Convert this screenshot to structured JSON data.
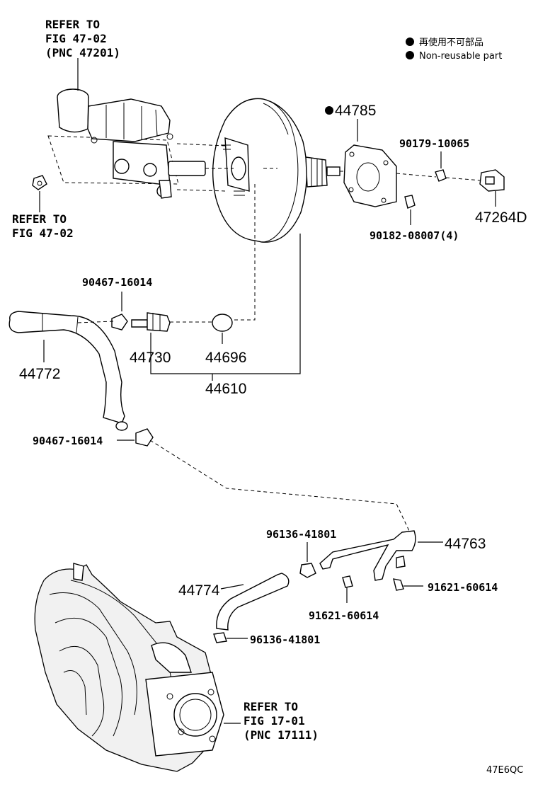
{
  "legend": {
    "dot_label_jp": "再使用不可部品",
    "dot_label_en": "Non-reusable part"
  },
  "refs": {
    "ref_top": [
      "REFER TO",
      "FIG 47-02",
      "(PNC 47201)"
    ],
    "ref_left": [
      "REFER TO",
      "FIG 47-02"
    ],
    "ref_bottom": [
      "REFER TO",
      "FIG 17-01",
      "(PNC 17111)"
    ]
  },
  "parts": {
    "p44785": "44785",
    "p90179": "90179-10065",
    "p47264d": "47264D",
    "p90182": "90182-08007(4)",
    "p90467_top": "90467-16014",
    "p44730": "44730",
    "p44696": "44696",
    "p44610": "44610",
    "p44772": "44772",
    "p90467_bottom": "90467-16014",
    "p44763": "44763",
    "p96136_top": "96136-41801",
    "p44774": "44774",
    "p91621_right": "91621-60614",
    "p91621_bottom": "91621-60614",
    "p96136_bottom": "96136-41801"
  },
  "illustration_code": "47E6QC"
}
